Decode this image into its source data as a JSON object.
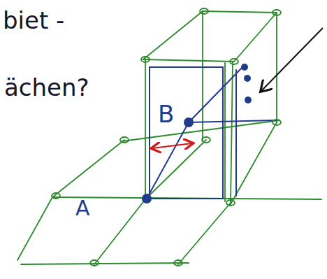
{
  "diagram": {
    "labels": [
      "biet -",
      "ächen?",
      "B",
      "A"
    ]
  }
}
